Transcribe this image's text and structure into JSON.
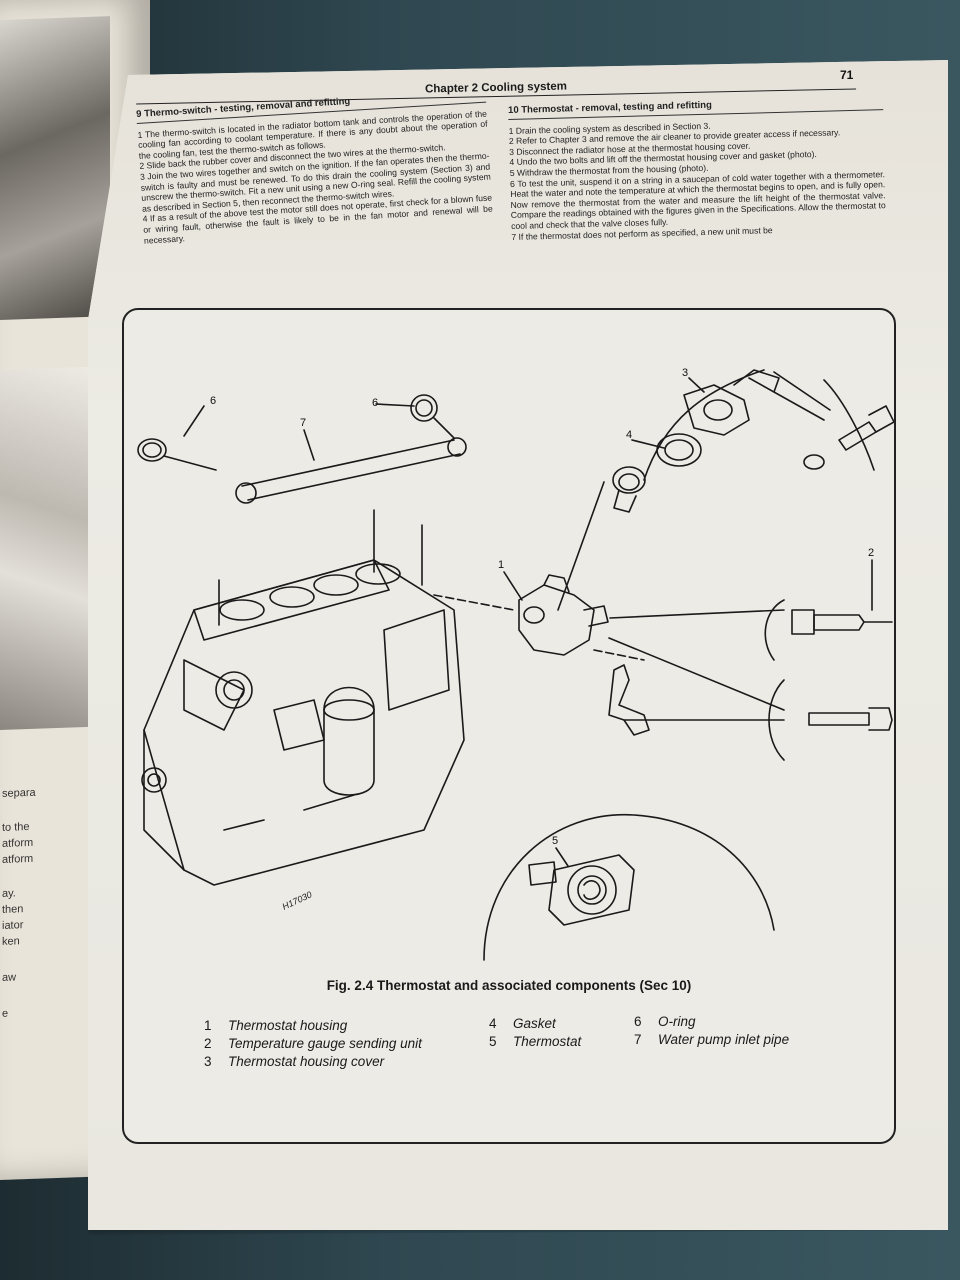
{
  "left_page": {
    "snippets": [
      "separa",
      "to the",
      "atform",
      "atform",
      "ay.",
      "then",
      "iator",
      "ken",
      "aw",
      "e"
    ]
  },
  "page": {
    "number": "71",
    "header": "Chapter 2 Cooling system"
  },
  "section9": {
    "title": "9  Thermo-switch - testing, removal and refitting",
    "paragraphs": [
      "1  The thermo-switch is located in the radiator bottom tank and controls the operation of the cooling fan according to coolant temperature. If there is any doubt about the operation of the cooling fan, test the thermo-switch as follows.",
      "2  Slide back the rubber cover and disconnect the two wires at the thermo-switch.",
      "3  Join the two wires together and switch on the ignition. If the fan operates then the thermo-switch is faulty and must be renewed. To do this drain the cooling system (Section 3) and unscrew the thermo-switch. Fit a new unit using a new O-ring seal. Refill the cooling system as described in Section 5, then reconnect the thermo-switch wires.",
      "4  If as a result of the above test the motor still does not operate, first check for a blown fuse or wiring fault, otherwise the fault is likely to be in the fan motor and renewal will be necessary."
    ]
  },
  "section10": {
    "title": "10  Thermostat - removal, testing and refitting",
    "paragraphs": [
      "1  Drain the cooling system as described in Section 3.",
      "2  Refer to Chapter 3 and remove the air cleaner to provide greater access if necessary.",
      "3  Disconnect the radiator hose at the thermostat housing cover.",
      "4  Undo the two bolts and lift off the thermostat housing cover and gasket (photo).",
      "5  Withdraw the thermostat from the housing (photo).",
      "6  To test the unit, suspend it on a string in a saucepan of cold water together with a thermometer. Heat the water and note the temperature at which the thermostat begins to open, and is fully open. Now remove the thermostat from the water and measure the lift height of the thermostat valve. Compare the readings obtained with the figures given in the Specifications. Allow the thermostat to cool and check that the valve closes fully.",
      "7  If the thermostat does not perform as specified, a new unit must be"
    ]
  },
  "figure": {
    "callouts": [
      "1",
      "2",
      "3",
      "4",
      "5",
      "6",
      "6",
      "7"
    ],
    "stamp": "H17030",
    "caption": "Fig. 2.4 Thermostat and associated components (Sec 10)",
    "legend": [
      {
        "n": "1",
        "label": "Thermostat housing"
      },
      {
        "n": "2",
        "label": "Temperature gauge sending unit"
      },
      {
        "n": "3",
        "label": "Thermostat housing cover"
      },
      {
        "n": "4",
        "label": "Gasket"
      },
      {
        "n": "5",
        "label": "Thermostat"
      },
      {
        "n": "6",
        "label": "O-ring"
      },
      {
        "n": "7",
        "label": "Water pump inlet pipe"
      }
    ]
  }
}
